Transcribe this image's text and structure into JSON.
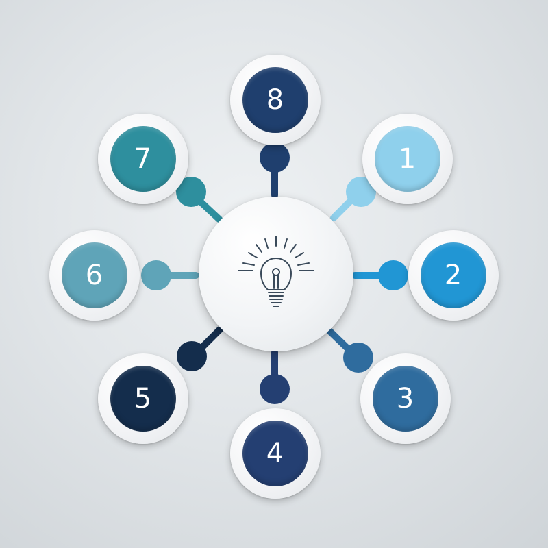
{
  "nodes": [
    {
      "id": "1",
      "label": "1",
      "color": "#8fd0ec"
    },
    {
      "id": "2",
      "label": "2",
      "color": "#2196d4"
    },
    {
      "id": "3",
      "label": "3",
      "color": "#2f6c9e"
    },
    {
      "id": "4",
      "label": "4",
      "color": "#243f72"
    },
    {
      "id": "5",
      "label": "5",
      "color": "#142d4c"
    },
    {
      "id": "6",
      "label": "6",
      "color": "#5fa4b8"
    },
    {
      "id": "7",
      "label": "7",
      "color": "#2e8f9e"
    },
    {
      "id": "8",
      "label": "8",
      "color": "#1f3f6e"
    }
  ],
  "hub": {
    "icon": "lightbulb-icon"
  }
}
